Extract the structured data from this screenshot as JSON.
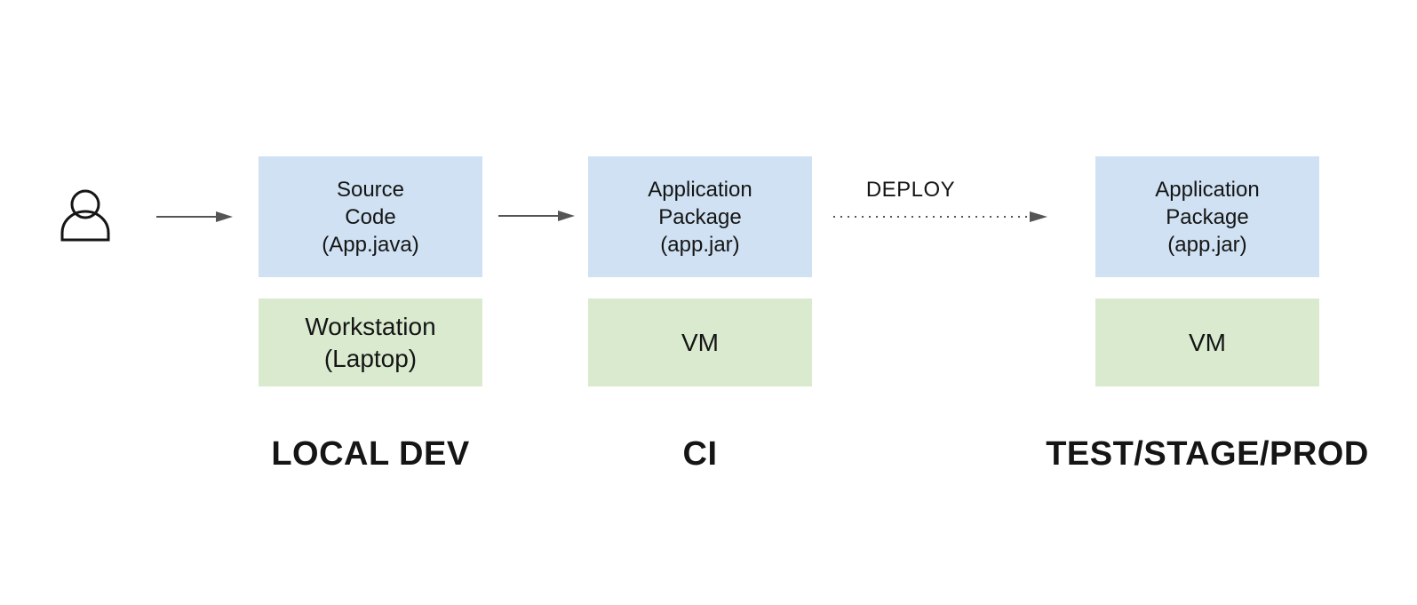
{
  "stages": [
    {
      "key": "local_dev",
      "label": "LOCAL DEV",
      "artifact": "Source\nCode\n(App.java)",
      "environment": "Workstation\n(Laptop)"
    },
    {
      "key": "ci",
      "label": "CI",
      "artifact": "Application\nPackage\n(app.jar)",
      "environment": "VM"
    },
    {
      "key": "test_stage_prod",
      "label": "TEST/STAGE/PROD",
      "artifact": "Application\nPackage\n(app.jar)",
      "environment": "VM"
    }
  ],
  "deploy_label": "DEPLOY",
  "icons": {
    "developer": "user-icon"
  },
  "colors": {
    "artifact_box": "#cfe1f2",
    "environment_box": "#d9eacf",
    "arrow": "#555555",
    "text": "#151515"
  }
}
